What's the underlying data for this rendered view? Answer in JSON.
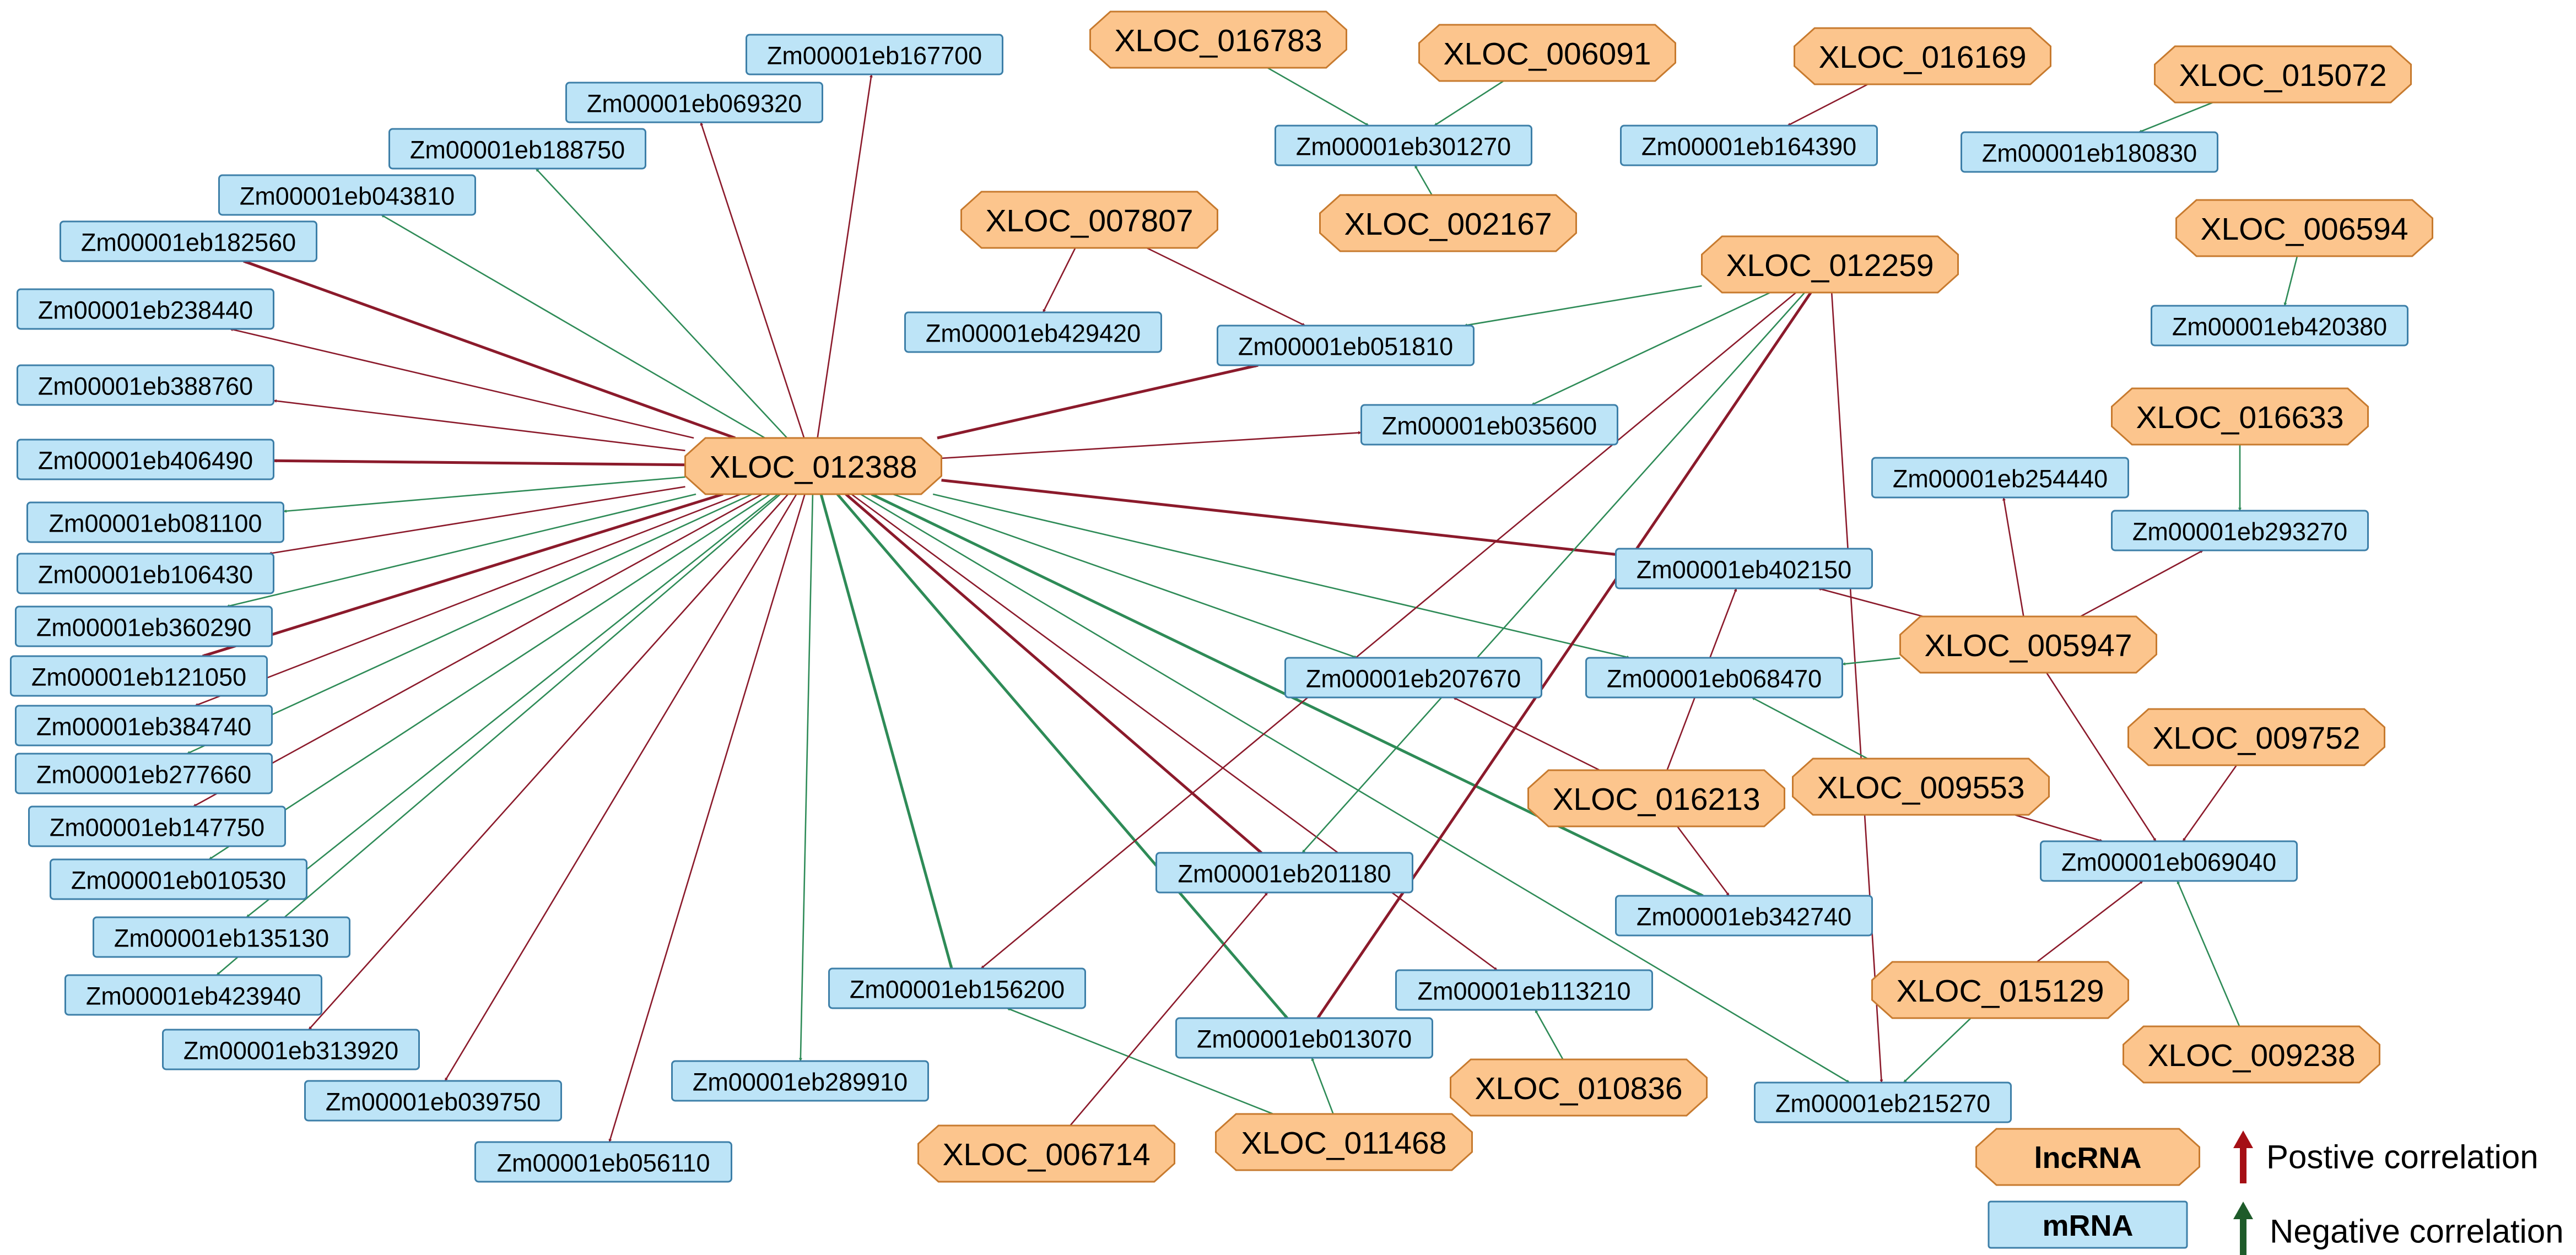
{
  "colors": {
    "mrna_fill": "#bde4f7",
    "mrna_stroke": "#3d7fa8",
    "lncrna_fill": "#fcc58d",
    "lncrna_stroke": "#c77a2e",
    "positive_edge": "#8b1a2b",
    "negative_edge": "#2e8b57",
    "positive_arrow": "#a50f15",
    "negative_arrow": "#1e5b2a"
  },
  "legend": {
    "lncrna_label": "lncRNA",
    "mrna_label": "mRNA",
    "positive_label": "Postive correlation",
    "negative_label": "Negative correlation"
  },
  "lncrnas": [
    "XLOC_012388",
    "XLOC_016783",
    "XLOC_006091",
    "XLOC_016169",
    "XLOC_015072",
    "XLOC_002167",
    "XLOC_007807",
    "XLOC_012259",
    "XLOC_006594",
    "XLOC_016633",
    "XLOC_005947",
    "XLOC_009752",
    "XLOC_009553",
    "XLOC_016213",
    "XLOC_015129",
    "XLOC_009238",
    "XLOC_010836",
    "XLOC_011468",
    "XLOC_006714"
  ],
  "mrnas": [
    "Zm00001eb167700",
    "Zm00001eb069320",
    "Zm00001eb188750",
    "Zm00001eb043810",
    "Zm00001eb182560",
    "Zm00001eb238440",
    "Zm00001eb388760",
    "Zm00001eb406490",
    "Zm00001eb081100",
    "Zm00001eb106430",
    "Zm00001eb360290",
    "Zm00001eb121050",
    "Zm00001eb384740",
    "Zm00001eb277660",
    "Zm00001eb147750",
    "Zm00001eb010530",
    "Zm00001eb135130",
    "Zm00001eb423940",
    "Zm00001eb313920",
    "Zm00001eb039750",
    "Zm00001eb056110",
    "Zm00001eb289910",
    "Zm00001eb156200",
    "Zm00001eb013070",
    "Zm00001eb201180",
    "Zm00001eb113210",
    "Zm00001eb215270",
    "Zm00001eb342740",
    "Zm00001eb207670",
    "Zm00001eb068470",
    "Zm00001eb402150",
    "Zm00001eb254440",
    "Zm00001eb293270",
    "Zm00001eb069040",
    "Zm00001eb035600",
    "Zm00001eb051810",
    "Zm00001eb429420",
    "Zm00001eb301270",
    "Zm00001eb164390",
    "Zm00001eb180830",
    "Zm00001eb420380"
  ],
  "edges": [
    {
      "from": "XLOC_012388",
      "to": "Zm00001eb167700",
      "type": "positive"
    },
    {
      "from": "XLOC_012388",
      "to": "Zm00001eb069320",
      "type": "positive"
    },
    {
      "from": "XLOC_012388",
      "to": "Zm00001eb188750",
      "type": "negative"
    },
    {
      "from": "XLOC_012388",
      "to": "Zm00001eb043810",
      "type": "negative"
    },
    {
      "from": "XLOC_012388",
      "to": "Zm00001eb182560",
      "type": "positive"
    },
    {
      "from": "XLOC_012388",
      "to": "Zm00001eb238440",
      "type": "positive"
    },
    {
      "from": "XLOC_012388",
      "to": "Zm00001eb388760",
      "type": "positive"
    },
    {
      "from": "XLOC_012388",
      "to": "Zm00001eb406490",
      "type": "positive"
    },
    {
      "from": "XLOC_012388",
      "to": "Zm00001eb081100",
      "type": "negative"
    },
    {
      "from": "XLOC_012388",
      "to": "Zm00001eb106430",
      "type": "positive"
    },
    {
      "from": "XLOC_012388",
      "to": "Zm00001eb360290",
      "type": "negative"
    },
    {
      "from": "XLOC_012388",
      "to": "Zm00001eb121050",
      "type": "positive"
    },
    {
      "from": "XLOC_012388",
      "to": "Zm00001eb384740",
      "type": "positive"
    },
    {
      "from": "XLOC_012388",
      "to": "Zm00001eb277660",
      "type": "negative"
    },
    {
      "from": "XLOC_012388",
      "to": "Zm00001eb147750",
      "type": "positive"
    },
    {
      "from": "XLOC_012388",
      "to": "Zm00001eb010530",
      "type": "negative"
    },
    {
      "from": "XLOC_012388",
      "to": "Zm00001eb135130",
      "type": "negative"
    },
    {
      "from": "XLOC_012388",
      "to": "Zm00001eb423940",
      "type": "negative"
    },
    {
      "from": "XLOC_012388",
      "to": "Zm00001eb313920",
      "type": "positive"
    },
    {
      "from": "XLOC_012388",
      "to": "Zm00001eb039750",
      "type": "positive"
    },
    {
      "from": "XLOC_012388",
      "to": "Zm00001eb056110",
      "type": "positive"
    },
    {
      "from": "XLOC_012388",
      "to": "Zm00001eb289910",
      "type": "negative"
    },
    {
      "from": "XLOC_012388",
      "to": "Zm00001eb156200",
      "type": "negative"
    },
    {
      "from": "XLOC_012388",
      "to": "Zm00001eb013070",
      "type": "negative"
    },
    {
      "from": "XLOC_012388",
      "to": "Zm00001eb201180",
      "type": "positive"
    },
    {
      "from": "XLOC_012388",
      "to": "Zm00001eb113210",
      "type": "positive"
    },
    {
      "from": "XLOC_012388",
      "to": "Zm00001eb215270",
      "type": "negative"
    },
    {
      "from": "XLOC_012388",
      "to": "Zm00001eb342740",
      "type": "negative"
    },
    {
      "from": "XLOC_012388",
      "to": "Zm00001eb207670",
      "type": "negative"
    },
    {
      "from": "XLOC_012388",
      "to": "Zm00001eb068470",
      "type": "negative"
    },
    {
      "from": "XLOC_012388",
      "to": "Zm00001eb402150",
      "type": "positive"
    },
    {
      "from": "XLOC_012388",
      "to": "Zm00001eb035600",
      "type": "positive"
    },
    {
      "from": "XLOC_012388",
      "to": "Zm00001eb051810",
      "type": "positive"
    },
    {
      "from": "XLOC_016783",
      "to": "Zm00001eb301270",
      "type": "negative"
    },
    {
      "from": "XLOC_006091",
      "to": "Zm00001eb301270",
      "type": "negative"
    },
    {
      "from": "XLOC_002167",
      "to": "Zm00001eb301270",
      "type": "negative"
    },
    {
      "from": "XLOC_016169",
      "to": "Zm00001eb164390",
      "type": "positive"
    },
    {
      "from": "XLOC_015072",
      "to": "Zm00001eb180830",
      "type": "negative"
    },
    {
      "from": "XLOC_006594",
      "to": "Zm00001eb420380",
      "type": "negative"
    },
    {
      "from": "XLOC_007807",
      "to": "Zm00001eb429420",
      "type": "positive"
    },
    {
      "from": "XLOC_007807",
      "to": "Zm00001eb051810",
      "type": "positive"
    },
    {
      "from": "XLOC_012259",
      "to": "Zm00001eb051810",
      "type": "negative"
    },
    {
      "from": "XLOC_012259",
      "to": "Zm00001eb035600",
      "type": "negative"
    },
    {
      "from": "XLOC_012259",
      "to": "Zm00001eb156200",
      "type": "positive"
    },
    {
      "from": "XLOC_012259",
      "to": "Zm00001eb201180",
      "type": "negative"
    },
    {
      "from": "XLOC_012259",
      "to": "Zm00001eb013070",
      "type": "positive"
    },
    {
      "from": "XLOC_012259",
      "to": "Zm00001eb215270",
      "type": "positive"
    },
    {
      "from": "XLOC_016633",
      "to": "Zm00001eb293270",
      "type": "negative"
    },
    {
      "from": "XLOC_005947",
      "to": "Zm00001eb254440",
      "type": "positive"
    },
    {
      "from": "XLOC_005947",
      "to": "Zm00001eb293270",
      "type": "positive"
    },
    {
      "from": "XLOC_005947",
      "to": "Zm00001eb402150",
      "type": "positive"
    },
    {
      "from": "XLOC_005947",
      "to": "Zm00001eb068470",
      "type": "negative"
    },
    {
      "from": "XLOC_005947",
      "to": "Zm00001eb069040",
      "type": "positive"
    },
    {
      "from": "XLOC_009752",
      "to": "Zm00001eb069040",
      "type": "positive"
    },
    {
      "from": "XLOC_009553",
      "to": "Zm00001eb069040",
      "type": "positive"
    },
    {
      "from": "XLOC_009553",
      "to": "Zm00001eb068470",
      "type": "negative"
    },
    {
      "from": "XLOC_015129",
      "to": "Zm00001eb069040",
      "type": "positive"
    },
    {
      "from": "XLOC_015129",
      "to": "Zm00001eb215270",
      "type": "negative"
    },
    {
      "from": "XLOC_009238",
      "to": "Zm00001eb069040",
      "type": "negative"
    },
    {
      "from": "XLOC_016213",
      "to": "Zm00001eb207670",
      "type": "positive"
    },
    {
      "from": "XLOC_016213",
      "to": "Zm00001eb402150",
      "type": "positive"
    },
    {
      "from": "XLOC_016213",
      "to": "Zm00001eb342740",
      "type": "positive"
    },
    {
      "from": "XLOC_010836",
      "to": "Zm00001eb113210",
      "type": "negative"
    },
    {
      "from": "XLOC_011468",
      "to": "Zm00001eb013070",
      "type": "negative"
    },
    {
      "from": "XLOC_011468",
      "to": "Zm00001eb156200",
      "type": "negative"
    },
    {
      "from": "XLOC_006714",
      "to": "Zm00001eb201180",
      "type": "positive"
    }
  ]
}
